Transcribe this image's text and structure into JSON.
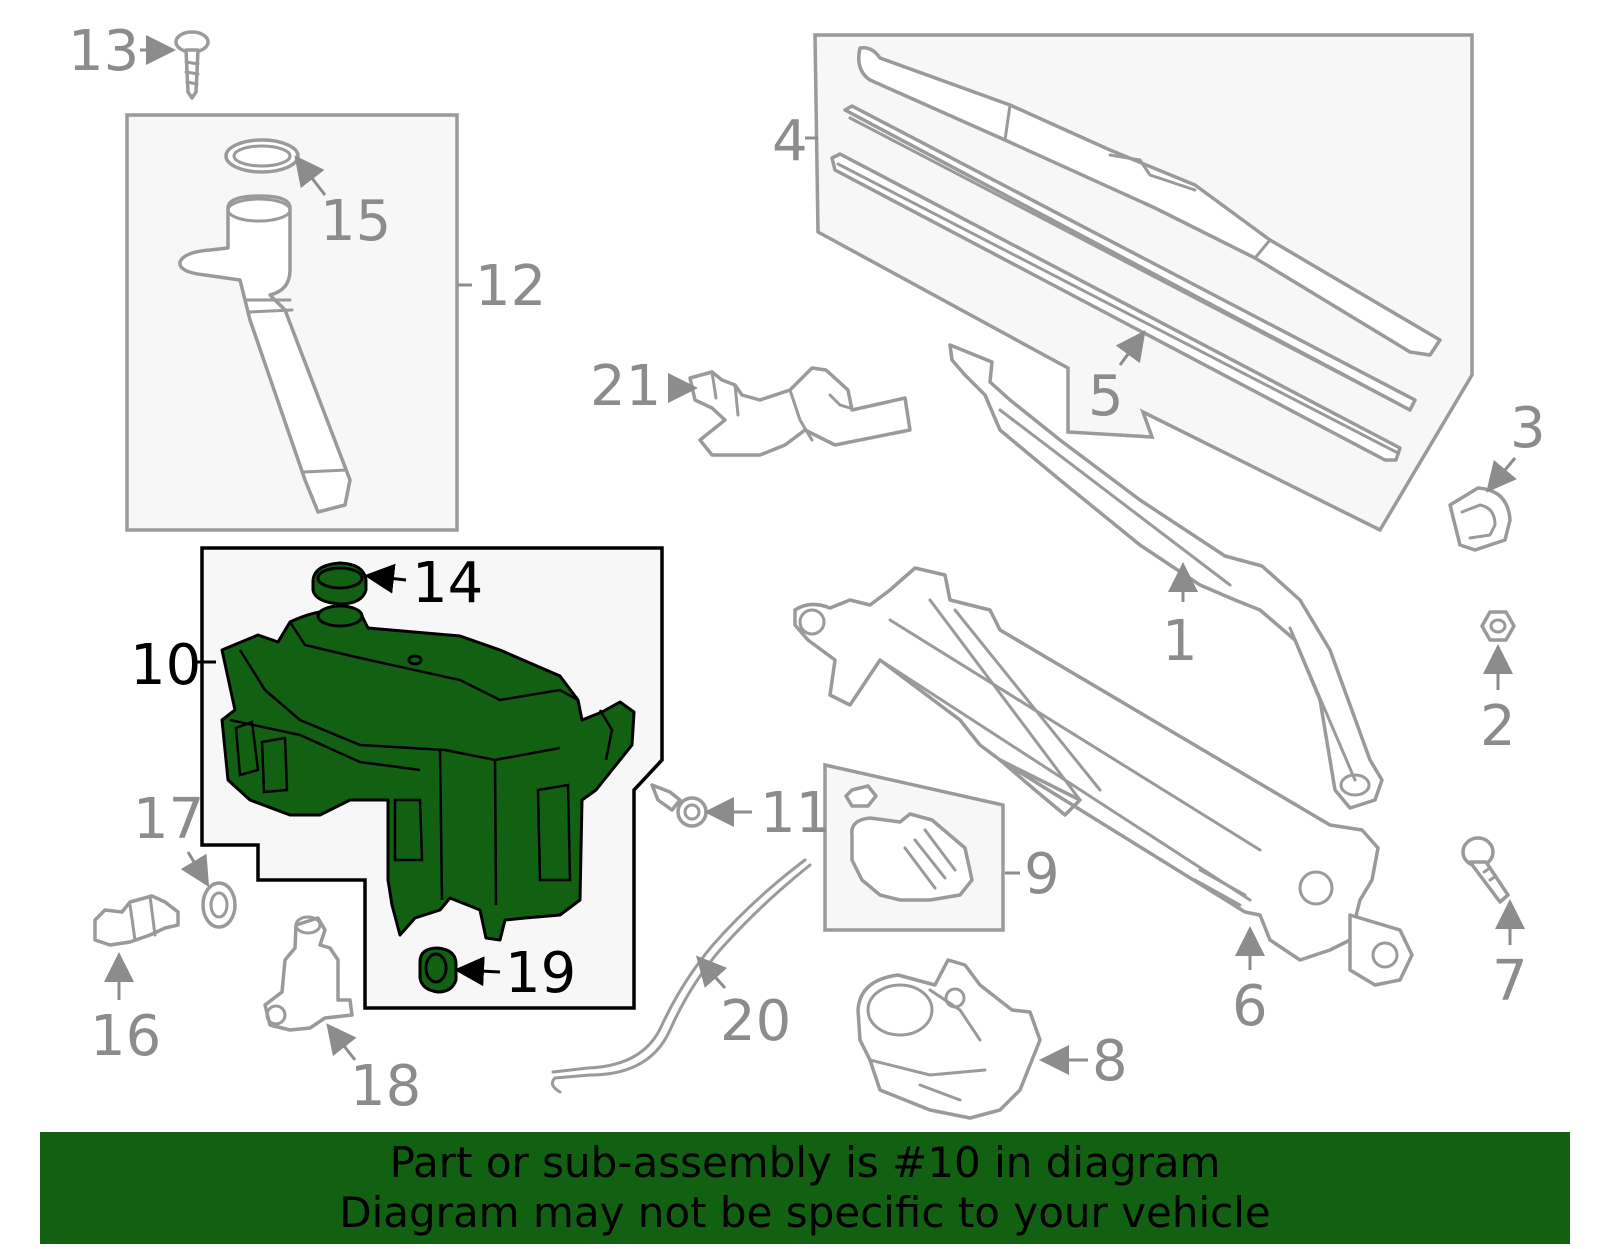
{
  "colors": {
    "highlight": "#126012",
    "outline_gray": "#9a9a9a",
    "label_gray": "#8c8c8c",
    "banner_bg": "#126012"
  },
  "callouts": {
    "c1": "1",
    "c2": "2",
    "c3": "3",
    "c4": "4",
    "c5": "5",
    "c6": "6",
    "c7": "7",
    "c8": "8",
    "c9": "9",
    "c10": "10",
    "c11": "11",
    "c12": "12",
    "c13": "13",
    "c14": "14",
    "c15": "15",
    "c16": "16",
    "c17": "17",
    "c18": "18",
    "c19": "19",
    "c20": "20",
    "c21": "21"
  },
  "highlighted_part": "10",
  "banner": {
    "line1": "Part or sub-assembly is #10 in diagram",
    "line2": "Diagram may not be specific to your vehicle"
  }
}
